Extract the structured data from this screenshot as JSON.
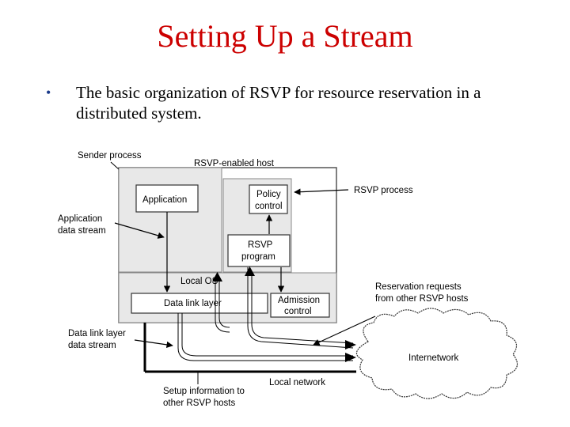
{
  "slide": {
    "title": "Setting Up a Stream",
    "bullet": "The basic organization of RSVP for resource reservation in a distributed system."
  },
  "diagram": {
    "labels": {
      "sender_process": "Sender process",
      "rsvp_enabled_host": "RSVP-enabled host",
      "rsvp_process": "RSVP process",
      "application": "Application",
      "policy_control_1": "Policy",
      "policy_control_2": "control",
      "application_data_stream_1": "Application",
      "application_data_stream_2": "data stream",
      "rsvp_program_1": "RSVP",
      "rsvp_program_2": "program",
      "local_os": "Local OS",
      "reservation_requests_1": "Reservation requests",
      "reservation_requests_2": "from other RSVP hosts",
      "data_link_layer": "Data link layer",
      "admission_control_1": "Admission",
      "admission_control_2": "control",
      "data_link_layer_stream_1": "Data link layer",
      "data_link_layer_stream_2": "data stream",
      "internetwork": "Internetwork",
      "local_network": "Local network",
      "setup_information_1": "Setup information to",
      "setup_information_2": "other RSVP hosts"
    }
  }
}
